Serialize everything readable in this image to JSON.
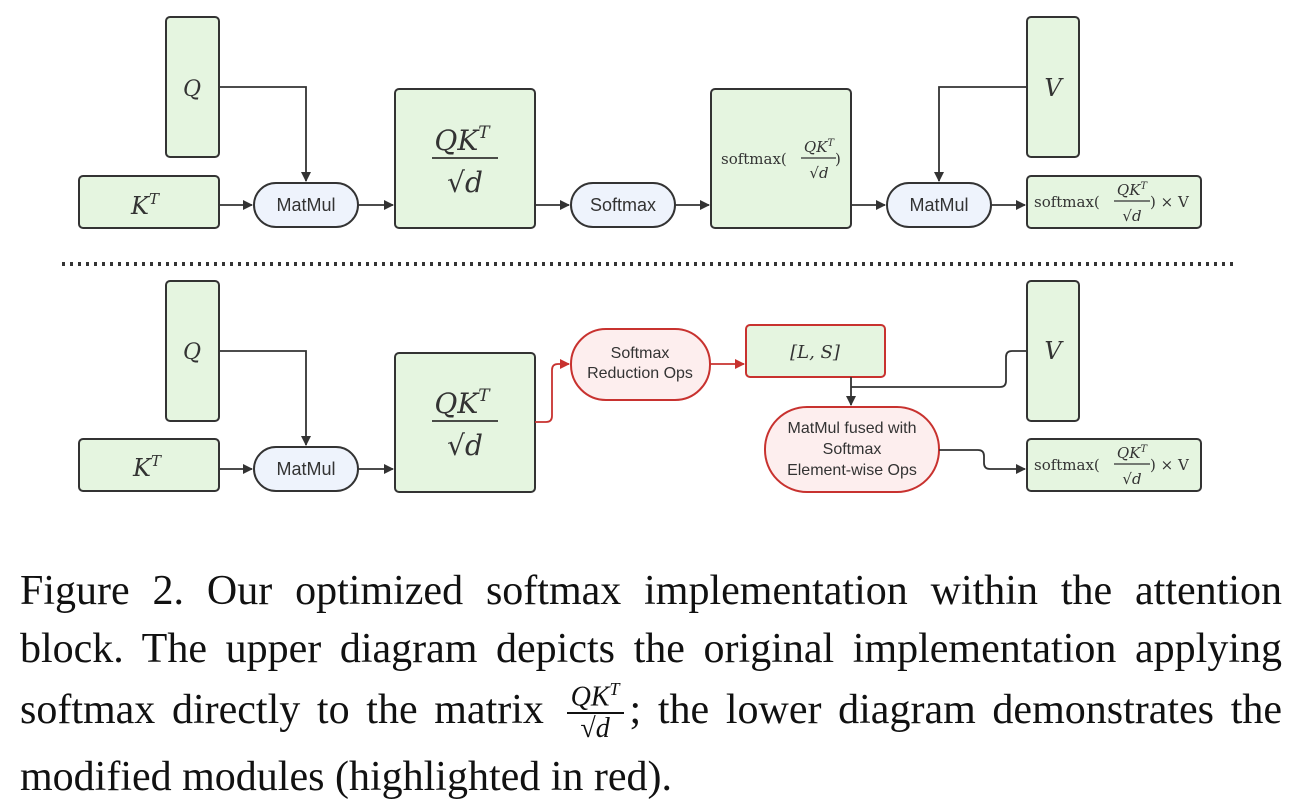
{
  "top": {
    "q": "Q",
    "kt": "K",
    "kt_sup": "T",
    "matmul1": "MatMul",
    "qkt_num": "QK",
    "qkt_sup": "T",
    "qkt_den": "√d",
    "softmax": "Softmax",
    "softmax_prefix": "softmax(",
    "softmax_suffix": ")",
    "matmul2": "MatMul",
    "v": "V",
    "out_times_v": ") × V"
  },
  "bottom": {
    "q": "Q",
    "kt": "K",
    "kt_sup": "T",
    "matmul1": "MatMul",
    "qkt_num": "QK",
    "qkt_sup": "T",
    "qkt_den": "√d",
    "reduction_line1": "Softmax",
    "reduction_line2": "Reduction Ops",
    "ls": "[L, S]",
    "fused_line1": "MatMul fused with",
    "fused_line2": "Softmax",
    "fused_line3": "Element-wise Ops",
    "v": "V",
    "out_prefix": "softmax(",
    "out_times_v": ") × V"
  },
  "caption": {
    "part1": "Figure 2. Our optimized softmax implementation within the attention block. The upper diagram depicts the original implementation applying softmax directly to the matrix",
    "frac_num": "QK",
    "frac_sup": "T",
    "frac_den": "√d",
    "part2": "; the lower diagram demonstrates the modified modules (highlighted in red)."
  },
  "colors": {
    "green_fill": "#e5f5e0",
    "blue_fill": "#eef3fc",
    "red_fill": "#fdeeee",
    "red_stroke": "#c8322f",
    "dark_stroke": "#333333"
  }
}
